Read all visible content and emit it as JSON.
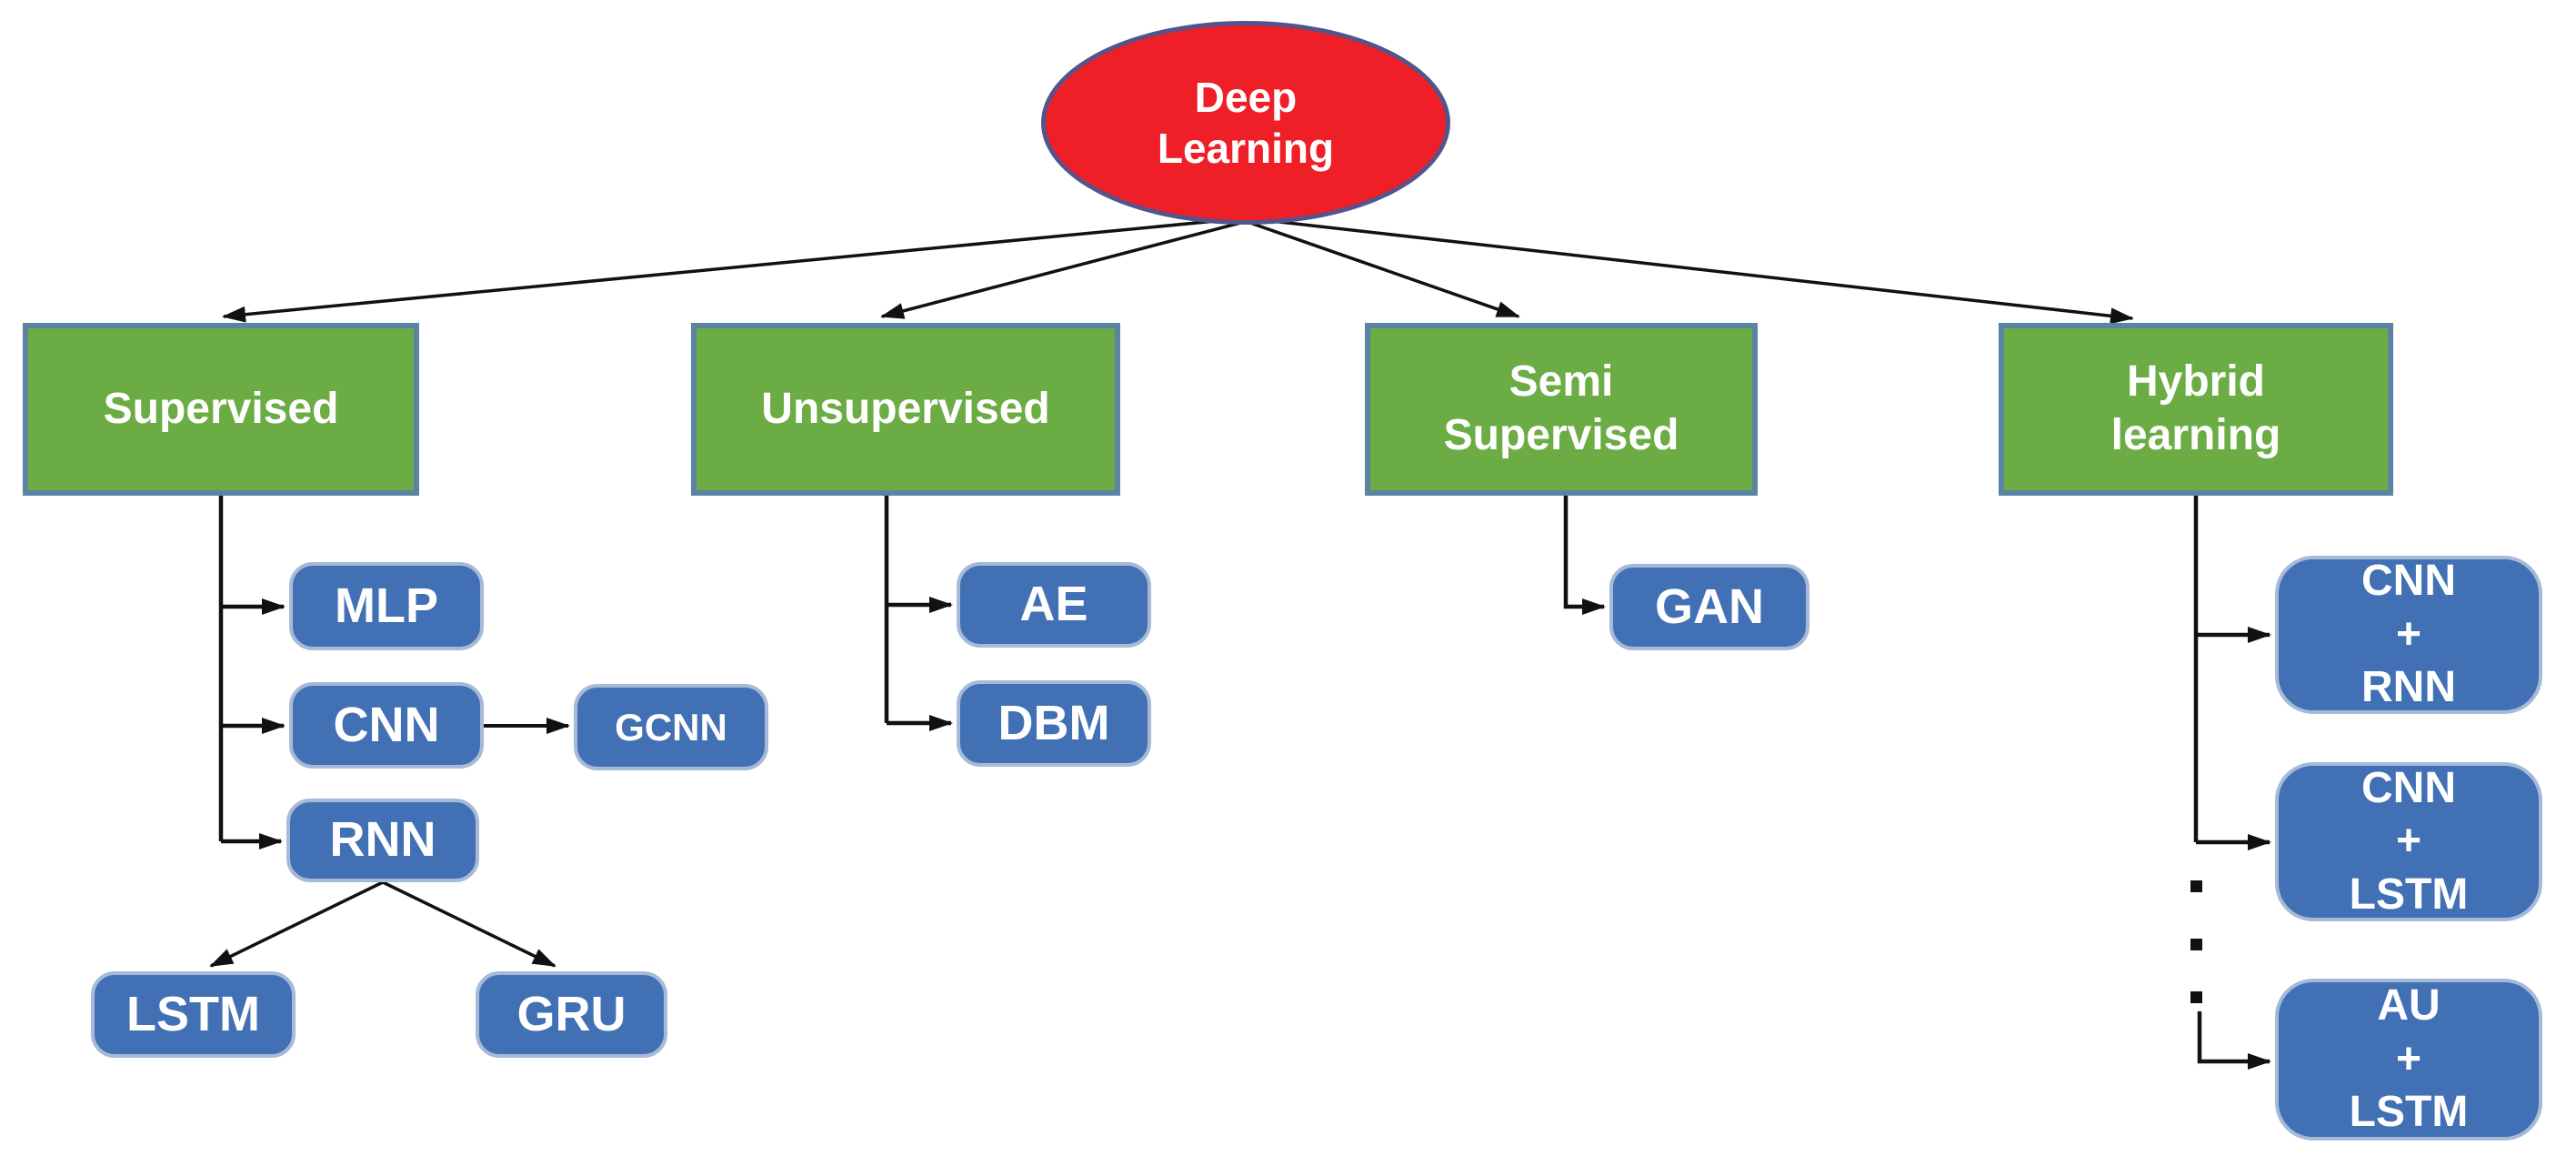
{
  "diagram": {
    "root": {
      "label": "Deep\nLearning"
    },
    "categories": {
      "supervised": {
        "label": "Supervised"
      },
      "unsupervised": {
        "label": "Unsupervised"
      },
      "semi_supervised": {
        "label": "Semi\nSupervised"
      },
      "hybrid_learning": {
        "label": "Hybrid\nlearning"
      }
    },
    "leaves": {
      "mlp": {
        "label": "MLP",
        "parent": "supervised"
      },
      "cnn": {
        "label": "CNN",
        "parent": "supervised"
      },
      "gcnn": {
        "label": "GCNN",
        "parent": "cnn"
      },
      "rnn": {
        "label": "RNN",
        "parent": "supervised"
      },
      "lstm": {
        "label": "LSTM",
        "parent": "rnn"
      },
      "gru": {
        "label": "GRU",
        "parent": "rnn"
      },
      "ae": {
        "label": "AE",
        "parent": "unsupervised"
      },
      "dbm": {
        "label": "DBM",
        "parent": "unsupervised"
      },
      "gan": {
        "label": "GAN",
        "parent": "semi_supervised"
      },
      "cnn_rnn": {
        "label": "CNN\n+\nRNN",
        "parent": "hybrid_learning"
      },
      "cnn_lstm": {
        "label": "CNN\n+\nLSTM",
        "parent": "hybrid_learning"
      },
      "au_lstm": {
        "label": "AU\n+\nLSTM",
        "parent": "hybrid_learning"
      }
    },
    "ellipsis_dots": "· · ·",
    "colors": {
      "root_fill": "#ee1f27",
      "root_border": "#54548c",
      "category_fill": "#6cac44",
      "category_border": "#5b84a4",
      "leaf_fill": "#4170b4",
      "leaf_border": "#a6bad8",
      "edge": "#111111",
      "label_text": "#ffffff",
      "background": "#ffffff"
    }
  }
}
